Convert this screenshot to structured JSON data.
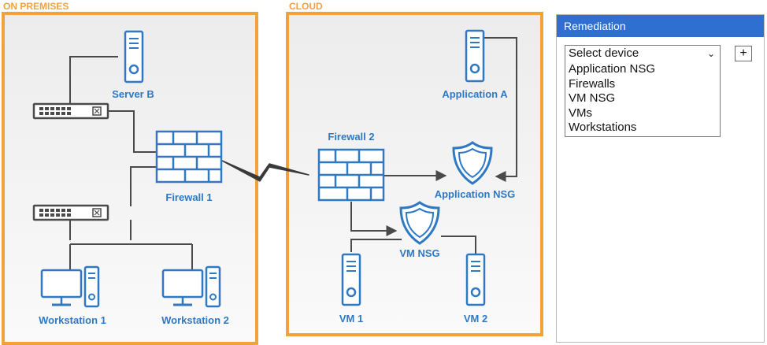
{
  "diagram": {
    "zones": {
      "on_premises": "ON PREMISES",
      "cloud": "CLOUD"
    },
    "devices": {
      "server_b": "Server B",
      "firewall_1": "Firewall 1",
      "workstation_1": "Workstation 1",
      "workstation_2": "Workstation 2",
      "application_a": "Application A",
      "firewall_2": "Firewall 2",
      "application_nsg": "Application NSG",
      "vm_nsg": "VM NSG",
      "vm_1": "VM 1",
      "vm_2": "VM 2"
    },
    "colors": {
      "zone_border": "#f0a33c",
      "device_blue": "#2f79c2",
      "link": "#4a4a4a"
    },
    "icons": {
      "server": "server-icon",
      "switch": "network-switch-icon",
      "firewall": "firewall-icon",
      "workstation": "workstation-icon",
      "nsg": "shield-icon",
      "wan_link": "lightning-bolt-icon"
    }
  },
  "remediation": {
    "title": "Remediation",
    "select": {
      "value": "Select device",
      "options": [
        "Application NSG",
        "Firewalls",
        "VM NSG",
        "VMs",
        "Workstations"
      ]
    },
    "add_label": "+",
    "header_color": "#2f6fd0"
  }
}
